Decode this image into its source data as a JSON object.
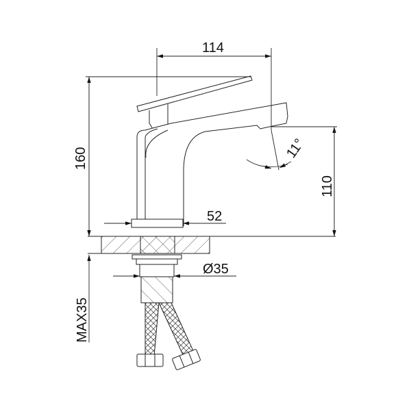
{
  "drawing": {
    "subject": "basin faucet technical drawing",
    "line_color": "#222222",
    "background": "#ffffff"
  },
  "dimensions": {
    "spout_reach": "114",
    "total_height": "160",
    "spout_height": "110",
    "base_width": "52",
    "thread_diameter": "Ø35",
    "max_counter_thickness": "MAX35",
    "spout_angle": "11°"
  }
}
